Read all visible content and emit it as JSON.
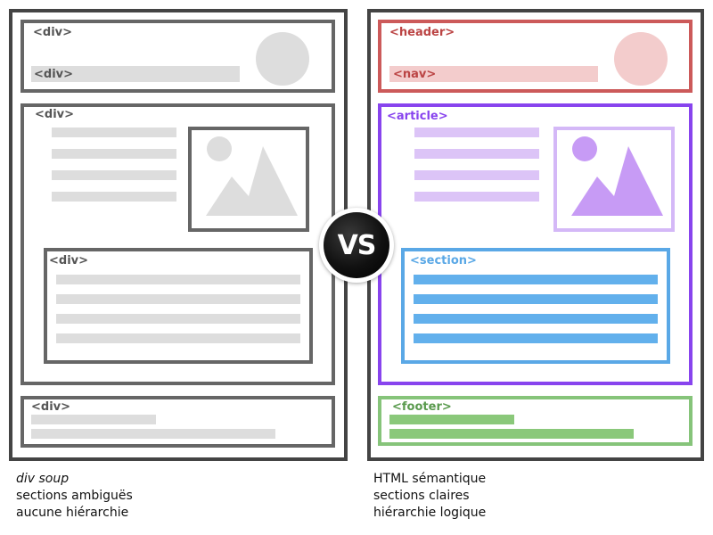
{
  "left_panel": {
    "header_tag": "<div>",
    "nav_tag": "<div>",
    "article_tag": "<div>",
    "section_tag": "<div>",
    "footer_tag": "<div>",
    "caption": [
      "div soup",
      "sections ambiguës",
      "aucune hiérarchie"
    ]
  },
  "right_panel": {
    "header_tag": "<header>",
    "nav_tag": "<nav>",
    "article_tag": "<article>",
    "section_tag": "<section>",
    "footer_tag": "<footer>",
    "caption": [
      "HTML sémantique",
      "sections claires",
      "hiérarchie logique"
    ]
  },
  "vs_label": "VS",
  "colors": {
    "frame": "#444444",
    "left_box": "#666666",
    "left_fill": "#dddddd",
    "header": "#cc5a5a",
    "header_fill": "#f3cccc",
    "article": "#8844ee",
    "article_fill": "#dcc4f7",
    "section": "#5aa8e6",
    "section_fill": "#62b0ec",
    "footer": "#86c47a",
    "footer_fill": "#8ac87a"
  },
  "icons": [
    "image-placeholder-icon",
    "avatar-placeholder-icon"
  ]
}
